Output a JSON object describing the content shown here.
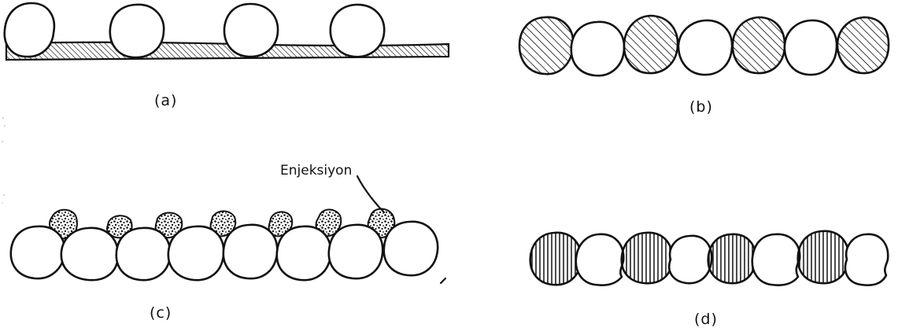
{
  "panels": [
    {
      "id": "a",
      "label": "(a)"
    },
    {
      "id": "b",
      "label": "(b)"
    },
    {
      "id": "c",
      "label": "(c)",
      "annotation": "Enjeksiyon"
    },
    {
      "id": "d",
      "label": "(d)"
    }
  ],
  "colors": {
    "ink": "#111111",
    "background": "#ffffff"
  }
}
